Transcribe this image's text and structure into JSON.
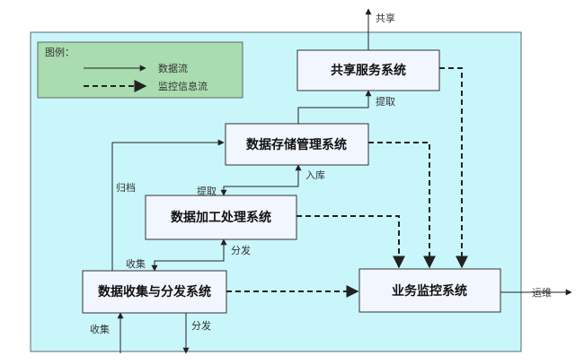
{
  "legend": {
    "title": "图例：",
    "data_flow": "数据流",
    "monitor_flow": "监控信息流"
  },
  "systems": {
    "share": "共享服务系统",
    "storage": "数据存储管理系统",
    "processing": "数据加工处理系统",
    "collect": "数据收集与分发系统",
    "monitor": "业务监控系统"
  },
  "labels": {
    "share_out": "共享",
    "extract_top": "提取",
    "inbound": "入库",
    "extract_mid": "提取",
    "archive": "归档",
    "distribute_mid": "分发",
    "collect_mid": "收集",
    "collect_in": "收集",
    "distribute_out": "分发",
    "ops": "运维"
  },
  "colors": {
    "canvas": "#c9f6fb",
    "legend": "#a9dcae",
    "box": "#f2f6ff"
  }
}
